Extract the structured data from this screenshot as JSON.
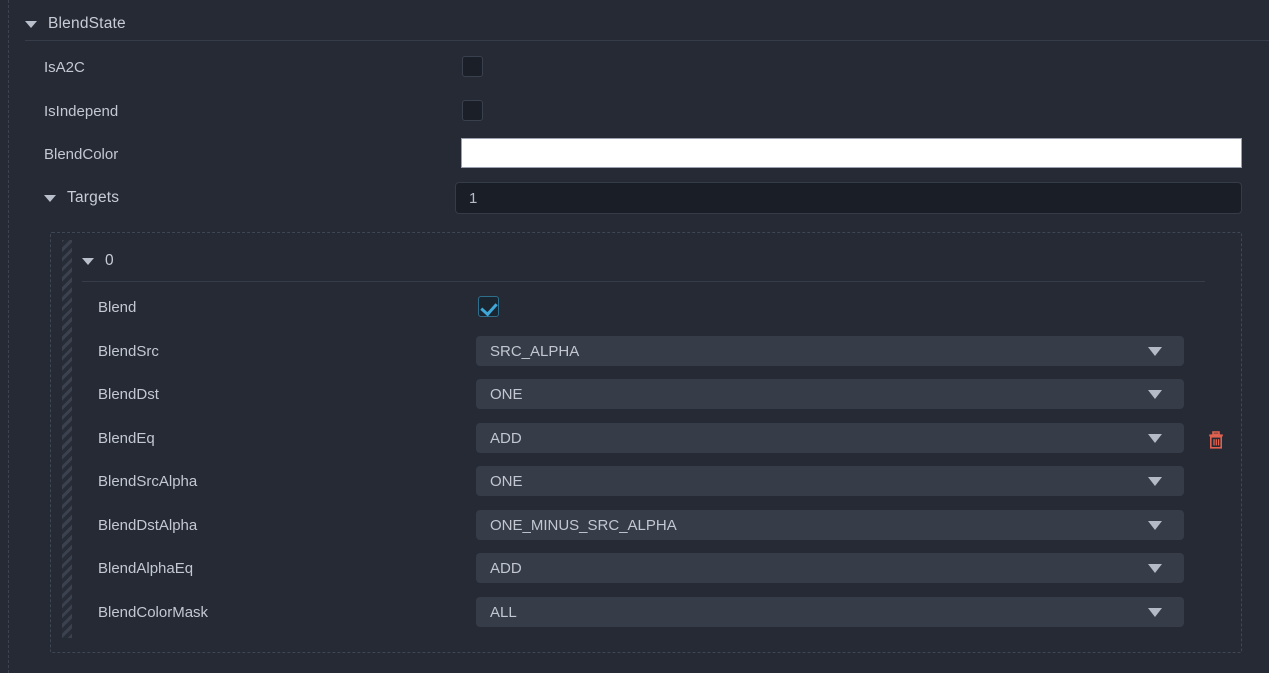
{
  "panel": {
    "group_title": "BlendState",
    "collapse_icon": "triangle-down-icon"
  },
  "properties": [
    {
      "label": "IsA2C",
      "type": "checkbox",
      "checked": false
    },
    {
      "label": "IsIndepend",
      "type": "checkbox",
      "checked": false
    },
    {
      "label": "BlendColor",
      "type": "color",
      "value": "#ffffff"
    },
    {
      "label": "Targets",
      "type": "number",
      "value": "1",
      "collapsible": true
    }
  ],
  "target": {
    "index_label": "0",
    "collapse_icon": "triangle-down-icon",
    "delete_icon": "trash-icon",
    "delete_color": "#e0614f",
    "rows": [
      {
        "label": "Blend",
        "type": "checkbox",
        "checked": true
      },
      {
        "label": "BlendSrc",
        "type": "dropdown",
        "value": "SRC_ALPHA"
      },
      {
        "label": "BlendDst",
        "type": "dropdown",
        "value": "ONE"
      },
      {
        "label": "BlendEq",
        "type": "dropdown",
        "value": "ADD"
      },
      {
        "label": "BlendSrcAlpha",
        "type": "dropdown",
        "value": "ONE"
      },
      {
        "label": "BlendDstAlpha",
        "type": "dropdown",
        "value": "ONE_MINUS_SRC_ALPHA"
      },
      {
        "label": "BlendAlphaEq",
        "type": "dropdown",
        "value": "ADD"
      },
      {
        "label": "BlendColorMask",
        "type": "dropdown",
        "value": "ALL"
      }
    ]
  },
  "theme": {
    "background": "#252a34",
    "dropdown_bg": "#363c48",
    "field_bg": "#1a1e27",
    "text": "#c3c8d2",
    "accent_check": "#3fa8d8",
    "danger": "#e0614f"
  }
}
